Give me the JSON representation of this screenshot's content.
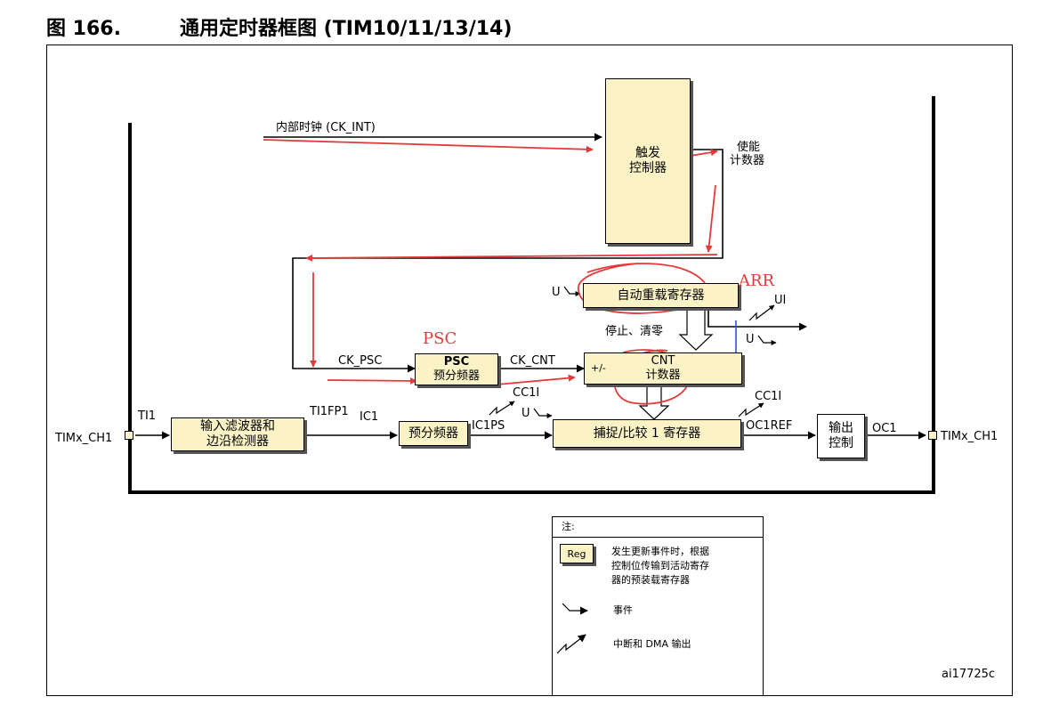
{
  "figure": {
    "number": "图 166.",
    "title": "通用定时器框图 (TIM10/11/13/14)",
    "code": "ai17725c"
  },
  "trigger": {
    "int_clock": "内部时钟 (CK_INT)",
    "box_line1": "触发",
    "box_line2": "控制器",
    "enable_line1": "使能",
    "enable_line2": "计数器"
  },
  "arr": {
    "box": "自动重载寄存器",
    "note": "ARR",
    "u_in": "U",
    "ui_out": "UI",
    "u_out": "U"
  },
  "psc": {
    "input": "CK_PSC",
    "box_line1": "PSC",
    "box_line2": "预分频器",
    "note": "PSC",
    "output": "CK_CNT"
  },
  "cnt": {
    "stop_clear": "停止、清零",
    "updown": "+/-",
    "box_line1": "CNT",
    "box_line2": "计数器"
  },
  "input_path": {
    "pin_in": "TIMx_CH1",
    "ti1": "TI1",
    "filter_line1": "输入滤波器和",
    "filter_line2": "边沿检测器",
    "ti1fp1": "TI1FP1",
    "ic1": "IC1",
    "prescaler": "预分频器",
    "ic1ps": "IC1PS",
    "cc1i_in": "CC1I",
    "u_in": "U",
    "capture_box": "捕捉/比较 1 寄存器",
    "cc1i_out": "CC1I",
    "oc1ref": "OC1REF",
    "output_line1": "输出",
    "output_line2": "控制",
    "oc1": "OC1",
    "pin_out": "TIMx_CH1"
  },
  "legend": {
    "header": "注:",
    "reg": "Reg",
    "reg_desc1": "发生更新事件时，根据",
    "reg_desc2": "控制位传输到活动寄存",
    "reg_desc3": "器的预装载寄存器",
    "event_label": "事件",
    "interrupt_label": "中断和 DMA 输出"
  }
}
